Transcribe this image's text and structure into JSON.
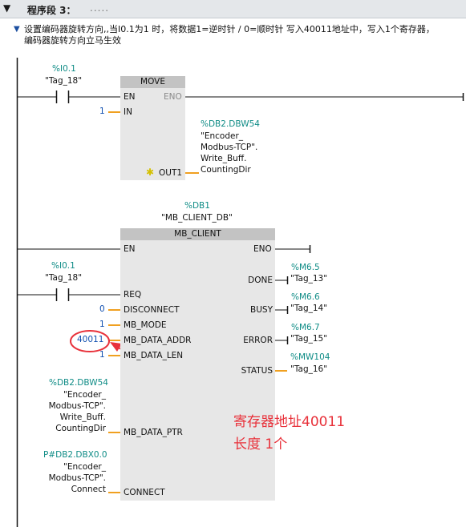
{
  "segment": {
    "title": "程序段 3：",
    "dots": "....."
  },
  "comment": {
    "line1": "设置编码器旋转方向,,当I0.1为1 时，将数据1=逆时针 / 0=顺时针 写入40011地址中，写入1个寄存器，",
    "line2": "编码器旋转方向立马生效"
  },
  "contact1": {
    "address": "%I0.1",
    "tag": "\"Tag_18\""
  },
  "move": {
    "title": "MOVE",
    "en": "EN",
    "eno": "ENO",
    "in_label": "IN",
    "in_value": "1",
    "out_label": "OUT1",
    "out_address": "%DB2.DBW54",
    "out_line1": "\"Encoder_",
    "out_line2": "Modbus-TCP\".",
    "out_line3": "Write_Buff.",
    "out_line4": "CountingDir"
  },
  "mbclient": {
    "db_address": "%DB1",
    "db_name": "\"MB_CLIENT_DB\"",
    "title": "MB_CLIENT",
    "en": "EN",
    "eno": "ENO",
    "req": "REQ",
    "req_address": "%I0.1",
    "req_tag": "\"Tag_18\"",
    "disconnect": "DISCONNECT",
    "disconnect_value": "0",
    "mode": "MB_MODE",
    "mode_value": "1",
    "addr": "MB_DATA_ADDR",
    "addr_value": "40011",
    "len": "MB_DATA_LEN",
    "len_value": "1",
    "ptr": "MB_DATA_PTR",
    "ptr_address": "%DB2.DBW54",
    "ptr_line1": "\"Encoder_",
    "ptr_line2": "Modbus-TCP\".",
    "ptr_line3": "Write_Buff.",
    "ptr_line4": "CountingDir",
    "connect": "CONNECT",
    "connect_address": "P#DB2.DBX0.0",
    "connect_line1": "\"Encoder_",
    "connect_line2": "Modbus-TCP\".",
    "connect_line3": "Connect",
    "done": "DONE",
    "done_address": "%M6.5",
    "done_tag": "\"Tag_13\"",
    "busy": "BUSY",
    "busy_address": "%M6.6",
    "busy_tag": "\"Tag_14\"",
    "error": "ERROR",
    "error_address": "%M6.7",
    "error_tag": "\"Tag_15\"",
    "status": "STATUS",
    "status_address": "%MW104",
    "status_tag": "\"Tag_16\""
  },
  "annotation": {
    "line1": "寄存器地址40011",
    "line2": "长度 1个",
    "color": "#e8313a"
  }
}
